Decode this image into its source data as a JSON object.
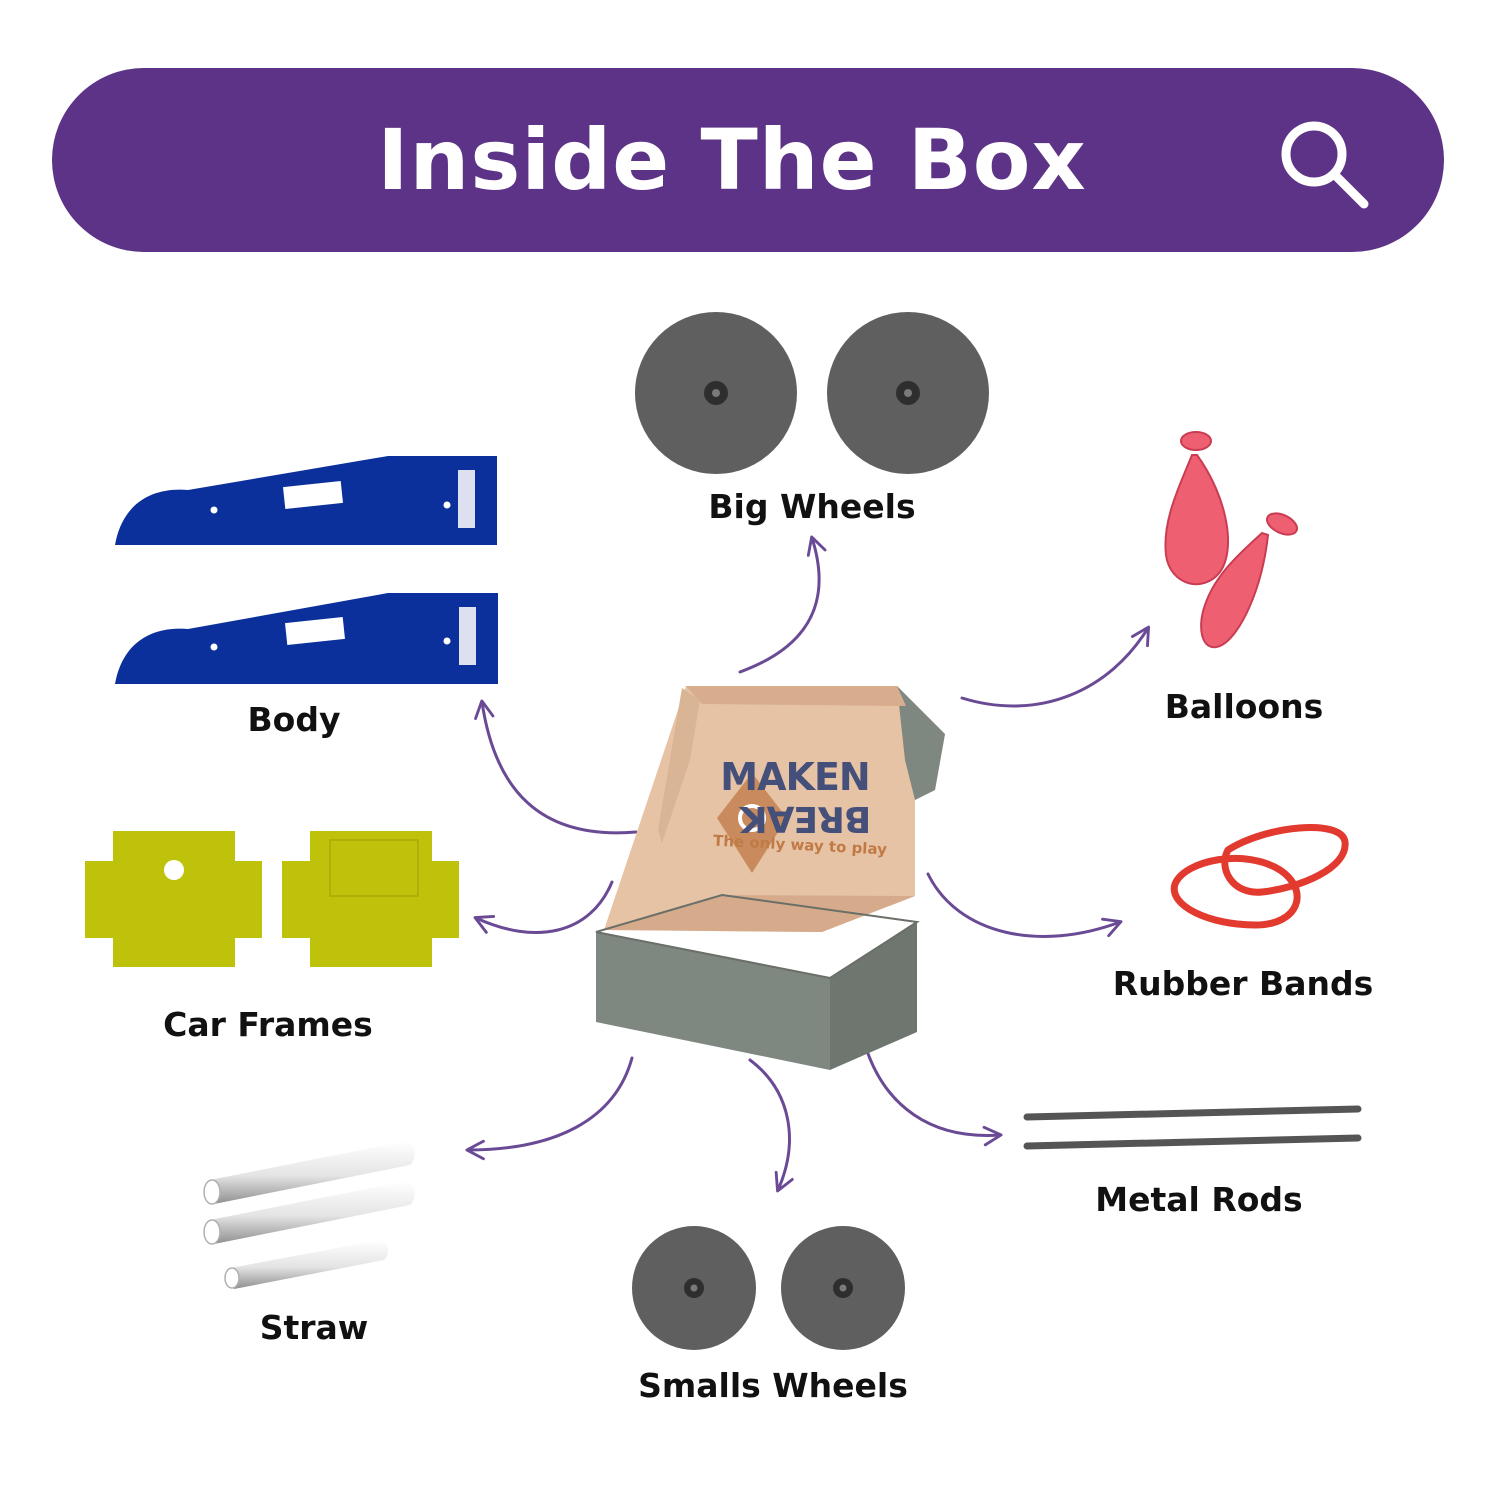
{
  "header": {
    "title": "Inside The Box",
    "search_icon": "search-icon"
  },
  "box": {
    "logo_top": "MAKEN",
    "logo_bottom": "BREAK",
    "tagline": "The only way to play"
  },
  "items": {
    "big_wheels": "Big Wheels",
    "body": "Body",
    "balloons": "Balloons",
    "car_frames": "Car Frames",
    "rubber_bands": "Rubber Bands",
    "straw": "Straw",
    "metal_rods": "Metal Rods",
    "small_wheels": "Smalls Wheels"
  },
  "colors": {
    "banner": "#5c3386",
    "arrow": "#6a4a95",
    "body_part": "#0b2f9b",
    "frame": "#bfc20a",
    "wheel": "#5f5f5f",
    "balloon": "#ef5f72",
    "rubber_band": "#e23a2e",
    "rod": "#555555",
    "box": "#7e8780",
    "box_inside": "#e7c3a6"
  }
}
